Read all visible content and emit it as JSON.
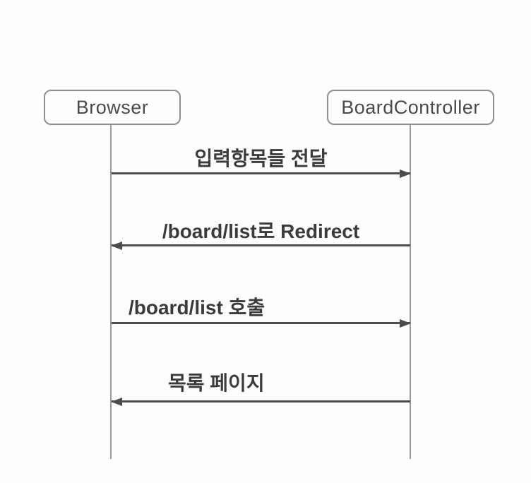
{
  "diagram": {
    "type": "sequence-diagram",
    "actors": [
      {
        "id": "browser",
        "label": "Browser"
      },
      {
        "id": "board-controller",
        "label": "BoardController"
      }
    ],
    "messages": [
      {
        "label": "입력항목들 전달",
        "from": "browser",
        "to": "board-controller",
        "direction": "right",
        "align": "center"
      },
      {
        "label": "/board/list로 Redirect",
        "from": "board-controller",
        "to": "browser",
        "direction": "left",
        "align": "center"
      },
      {
        "label": "/board/list 호출",
        "from": "browser",
        "to": "board-controller",
        "direction": "right",
        "align": "left"
      },
      {
        "label": "목록 페이지",
        "from": "board-controller",
        "to": "browser",
        "direction": "left",
        "align": "left"
      }
    ],
    "colors": {
      "background": "#fdfdfd",
      "box_border": "#8f8f8f",
      "box_text": "#4a4a4a",
      "lifeline": "#9a9a9a",
      "arrow": "#4d4d4d",
      "message_text": "#3b3b3b"
    }
  }
}
